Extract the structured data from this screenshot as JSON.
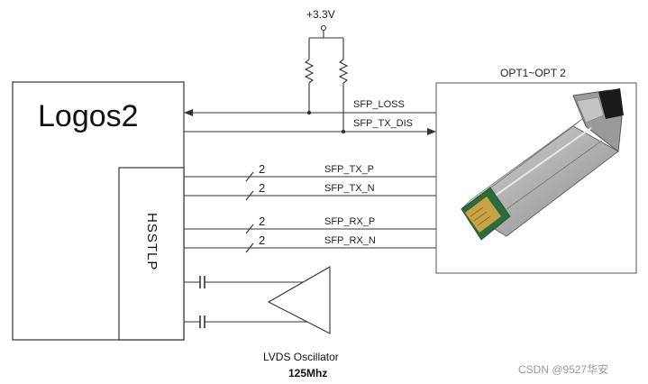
{
  "fpga": {
    "title": "Logos2",
    "block": "HSSTLP"
  },
  "power": {
    "rail": "+3.3V"
  },
  "module": {
    "title": "OPT1~OPT 2"
  },
  "signals": {
    "sfp_loss": "SFP_LOSS",
    "sfp_tx_dis": "SFP_TX_DIS",
    "tx_p": "SFP_TX_P",
    "tx_n": "SFP_TX_N",
    "rx_p": "SFP_RX_P",
    "rx_n": "SFP_RX_N"
  },
  "bus_counts": {
    "tx_p": "2",
    "tx_n": "2",
    "rx_p": "2",
    "rx_n": "2"
  },
  "oscillator": {
    "name": "LVDS Oscillator",
    "freq": "125Mhz"
  },
  "watermark": "CSDN @9527华安"
}
